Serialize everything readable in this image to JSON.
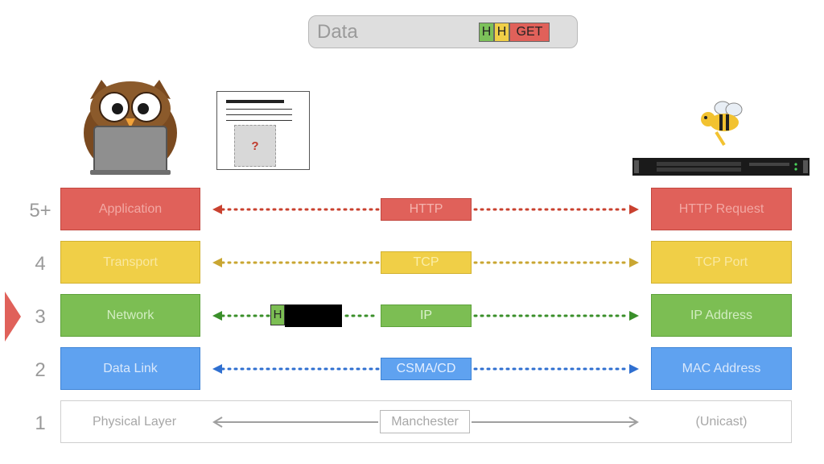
{
  "databar": {
    "label": "Data",
    "headers": [
      "H",
      "H",
      "GET"
    ]
  },
  "document_icon": {
    "mark": "?"
  },
  "packet": {
    "header": "H"
  },
  "layers": [
    {
      "number": "5+",
      "left": "Application",
      "protocol": "HTTP",
      "right": "HTTP Request",
      "color": "#e0615a"
    },
    {
      "number": "4",
      "left": "Transport",
      "protocol": "TCP",
      "right": "TCP Port",
      "color": "#f0cf47"
    },
    {
      "number": "3",
      "left": "Network",
      "protocol": "IP",
      "right": "IP Address",
      "color": "#7cbe53"
    },
    {
      "number": "2",
      "left": "Data Link",
      "protocol": "CSMA/CD",
      "right": "MAC Address",
      "color": "#5fa2f0"
    },
    {
      "number": "1",
      "left": "Physical Layer",
      "protocol": "Manchester",
      "right": "(Unicast)",
      "color": "#cfcfcf"
    }
  ],
  "colors": {
    "arrow_red": "#c9412f",
    "arrow_yellow": "#c9a632",
    "arrow_green": "#3a8f2a",
    "arrow_blue": "#2f6fd0",
    "arrow_gray": "#a0a0a0",
    "pointer": "#e0615a"
  }
}
